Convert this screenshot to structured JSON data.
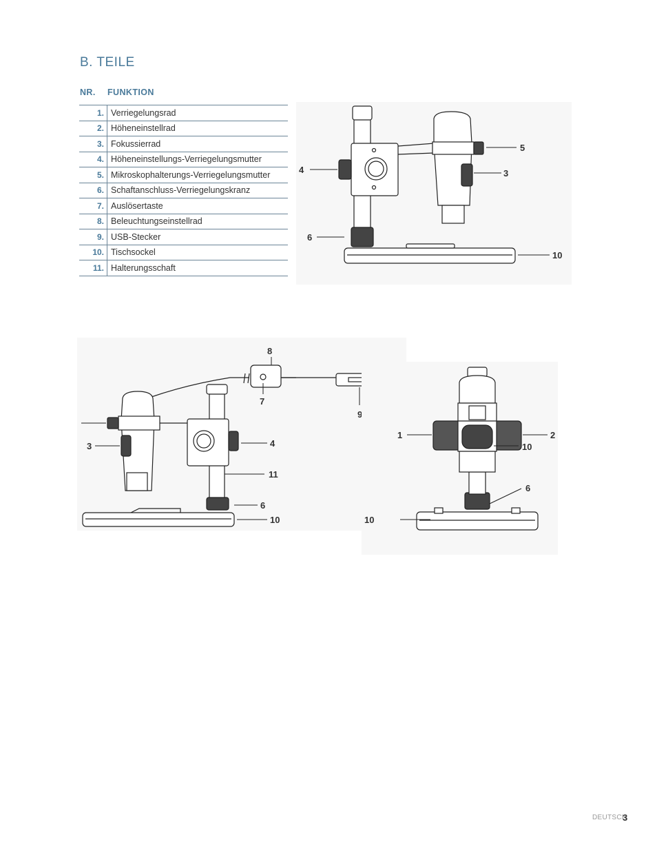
{
  "section_title": "B. TEILE",
  "table": {
    "headers": {
      "nr": "NR.",
      "funktion": "FUNKTION"
    },
    "rows": [
      {
        "nr": "1.",
        "label": "Verriegelungsrad"
      },
      {
        "nr": "2.",
        "label": "Höheneinstellrad"
      },
      {
        "nr": "3.",
        "label": "Fokussierrad"
      },
      {
        "nr": "4.",
        "label": "Höheneinstellungs-Verriegelungsmutter"
      },
      {
        "nr": "5.",
        "label": "Mikroskophalterungs-Verriegelungsmutter"
      },
      {
        "nr": "6.",
        "label": "Schaftanschluss-Verriegelungskranz"
      },
      {
        "nr": "7.",
        "label": "Auslösertaste"
      },
      {
        "nr": "8.",
        "label": "Beleuchtungseinstellrad"
      },
      {
        "nr": "9.",
        "label": "USB-Stecker"
      },
      {
        "nr": "10.",
        "label": "Tischsockel"
      },
      {
        "nr": "11.",
        "label": "Halterungsschaft"
      }
    ]
  },
  "callouts": {
    "top_view": [
      "4",
      "5",
      "3",
      "6",
      "10"
    ],
    "side_view": [
      "8",
      "7",
      "9",
      "3",
      "4",
      "11",
      "6",
      "10"
    ],
    "front_view": [
      "1",
      "2",
      "10",
      "6",
      "10"
    ]
  },
  "footer": {
    "language": "DEUTSCH",
    "page": "3"
  },
  "colors": {
    "accent": "#4a7a9a",
    "rule": "#6b8598"
  }
}
